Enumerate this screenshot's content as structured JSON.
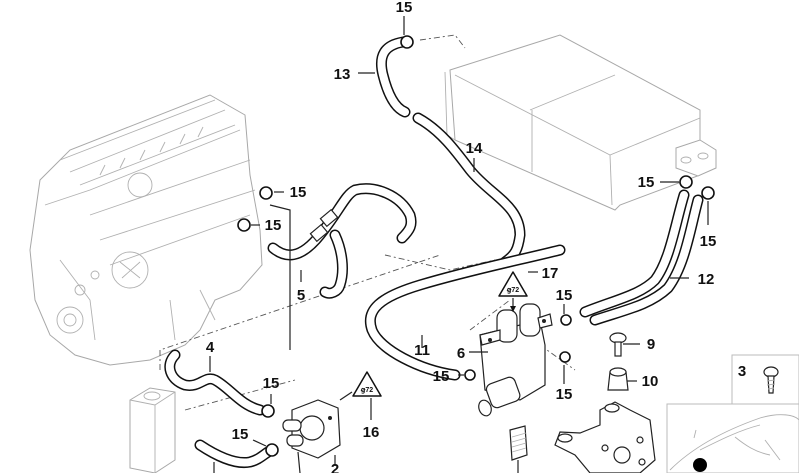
{
  "diagram": {
    "title": "Heater hose / auxiliary water pump parts diagram",
    "callouts": [
      {
        "id": "c15a",
        "text": "15",
        "part": "hose clamp"
      },
      {
        "id": "c13",
        "text": "13",
        "part": "hose"
      },
      {
        "id": "c14",
        "text": "14",
        "part": "hose"
      },
      {
        "id": "c15b",
        "text": "15",
        "part": "hose clamp"
      },
      {
        "id": "c15c",
        "text": "15",
        "part": "hose clamp"
      },
      {
        "id": "c5",
        "text": "5",
        "part": "hose"
      },
      {
        "id": "c15d",
        "text": "15",
        "part": "hose clamp"
      },
      {
        "id": "c15e",
        "text": "15",
        "part": "hose clamp"
      },
      {
        "id": "c12",
        "text": "12",
        "part": "hose pair"
      },
      {
        "id": "c17",
        "text": "17",
        "part": "warning symbol"
      },
      {
        "id": "c15f",
        "text": "15",
        "part": "hose clamp"
      },
      {
        "id": "c11",
        "text": "11",
        "part": "hose"
      },
      {
        "id": "c6",
        "text": "6",
        "part": "water valve"
      },
      {
        "id": "c9",
        "text": "9",
        "part": "screw"
      },
      {
        "id": "c15g",
        "text": "15",
        "part": "hose clamp"
      },
      {
        "id": "c15h",
        "text": "15",
        "part": "hose clamp"
      },
      {
        "id": "c10",
        "text": "10",
        "part": "rubber mount"
      },
      {
        "id": "c4",
        "text": "4",
        "part": "hose"
      },
      {
        "id": "c15i",
        "text": "15",
        "part": "hose clamp"
      },
      {
        "id": "c16",
        "text": "16",
        "part": "warning symbol"
      },
      {
        "id": "c15j",
        "text": "15",
        "part": "hose clamp"
      },
      {
        "id": "c2",
        "text": "2",
        "part": "auxiliary water pump"
      },
      {
        "id": "c3",
        "text": "3",
        "part": "screw (inset)"
      }
    ],
    "warning_symbol_text": "ꞡ72"
  }
}
